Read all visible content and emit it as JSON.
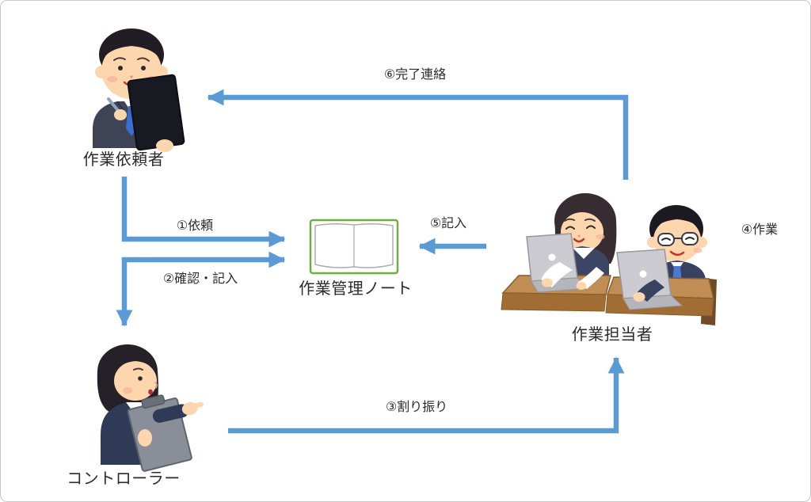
{
  "nodes": {
    "requester": {
      "label": "作業依頼者"
    },
    "notebook": {
      "label": "作業管理ノート"
    },
    "workers": {
      "label": "作業担当者"
    },
    "controller": {
      "label": "コントローラー"
    }
  },
  "steps": {
    "step1": {
      "label": "①依頼"
    },
    "step2": {
      "label": "②確認・記入"
    },
    "step3": {
      "label": "③割り振り"
    },
    "step4": {
      "label": "④作業"
    },
    "step5": {
      "label": "⑤記入"
    },
    "step6": {
      "label": "⑥完了連絡"
    }
  },
  "icons": {
    "requester": "businessman-writing-on-clipboard",
    "notebook": "open-notebook",
    "workers": "two-office-workers-at-laptops",
    "controller": "woman-pointing-with-clipboard"
  },
  "colors": {
    "arrow": "#5B9BD5",
    "notebook_cover": "#70AD47",
    "canvas_border": "#c9c9c9",
    "desk": "#c08e54",
    "suit": "#3e4356"
  }
}
